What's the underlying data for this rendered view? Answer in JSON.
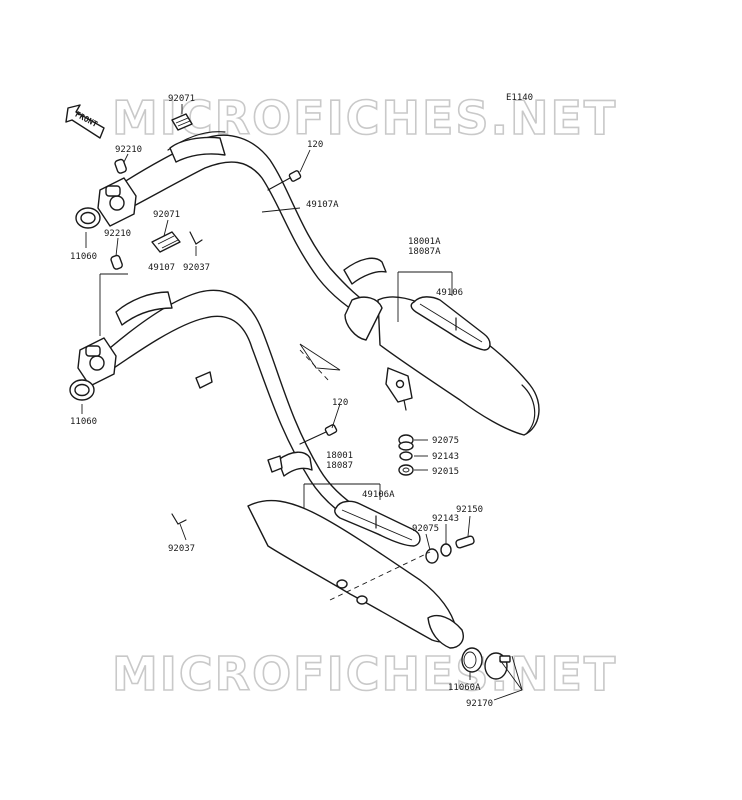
{
  "diagram": {
    "code": "E1140",
    "watermark": "MICROFICHES.NET",
    "front_label": "FRONT",
    "part_labels": {
      "p92071_top": "92071",
      "p92210_top": "92210",
      "p120_top": "120",
      "p49107A": "49107A",
      "p92071_mid": "92071",
      "p92210_mid": "92210",
      "p11060_top": "11060",
      "p92037_top": "92037",
      "p49107": "49107",
      "p18001A": "18001A",
      "p18087A": "18087A",
      "p49106": "49106",
      "p11060_low": "11060",
      "p120_low": "120",
      "p92075_top": "92075",
      "p92143_top": "92143",
      "p92015": "92015",
      "p18001": "18001",
      "p18087": "18087",
      "p49106A": "49106A",
      "p92150": "92150",
      "p92143_low": "92143",
      "p92075_low": "92075",
      "p92037_low": "92037",
      "p11060A": "11060A",
      "p92170": "92170"
    }
  }
}
